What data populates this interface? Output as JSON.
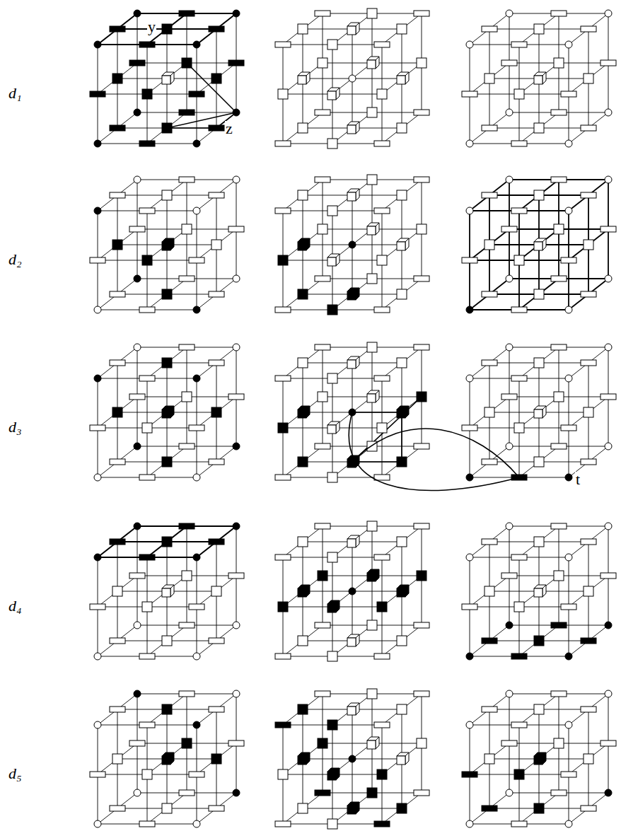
{
  "diagram": {
    "labels": [
      "d₁",
      "y",
      "z",
      "d₂",
      "d₃",
      "t",
      "d₄",
      "d₅"
    ]
  }
}
